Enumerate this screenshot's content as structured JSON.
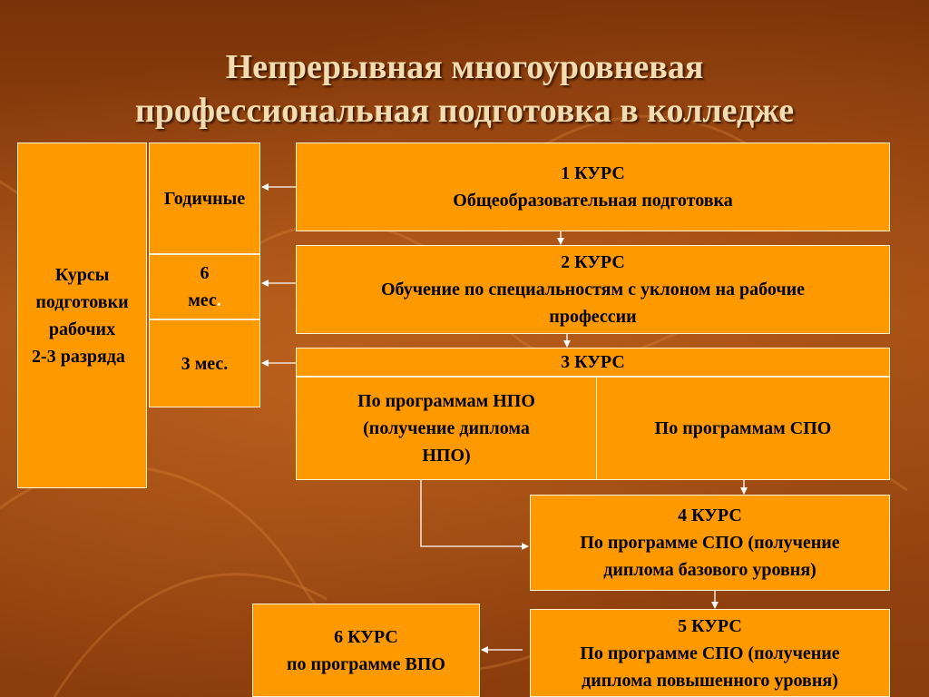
{
  "title": {
    "line1": "Непрерывная многоуровневая",
    "line2": "профессиональная подготовка в колледже"
  },
  "left_box": {
    "line1": "Курсы",
    "line2": "подготовки",
    "line3": "рабочих",
    "line4": "2-3 разряда"
  },
  "durations": {
    "year": "Годичные",
    "six_num": "6",
    "six_unit": "мес",
    "six_dot": ".",
    "three": "3 мес."
  },
  "course1": {
    "title": "1 КУРС",
    "text": "Общеобразовательная подготовка"
  },
  "course2": {
    "title": "2 КУРС",
    "text1": "Обучение по специальностям с уклоном на рабочие",
    "text2": "профессии"
  },
  "course3": {
    "title": "3 КУРС",
    "npo1": "По программам НПО",
    "npo2": "(получение диплома",
    "npo3": "НПО)",
    "spo": "По программам СПО"
  },
  "course4": {
    "title": "4 КУРС",
    "text1": "По программе СПО (получение",
    "text2": "диплома базового уровня)"
  },
  "course5": {
    "title": "5 КУРС",
    "text1": "По программе СПО (получение",
    "text2": "диплома повышенного уровня)"
  },
  "course6": {
    "title": "6 КУРС",
    "text": "по программе ВПО"
  },
  "colors": {
    "box_fill": "#ff9900",
    "box_border": "#fff3d0",
    "title_text": "#f3dcb0",
    "arrow": "#ffffff"
  }
}
